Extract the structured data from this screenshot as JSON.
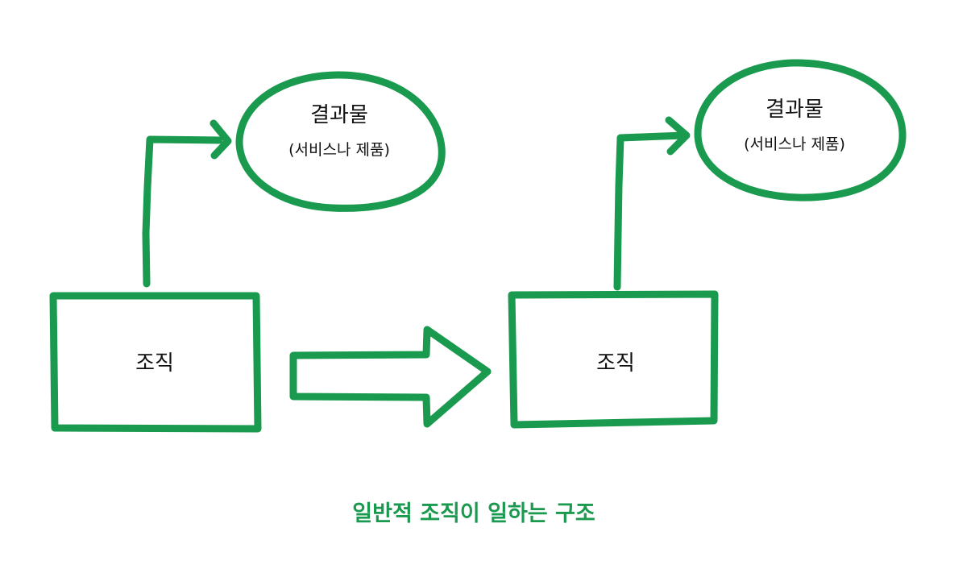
{
  "colors": {
    "accent": "#1a9a4e",
    "text": "#111111",
    "background": "#ffffff"
  },
  "left_group": {
    "org_label": "조직",
    "result_title": "결과물",
    "result_subtitle": "(서비스나 제품)"
  },
  "right_group": {
    "org_label": "조직",
    "result_title": "결과물",
    "result_subtitle": "(서비스나 제품)"
  },
  "caption": "일반적 조직이 일하는 구조"
}
